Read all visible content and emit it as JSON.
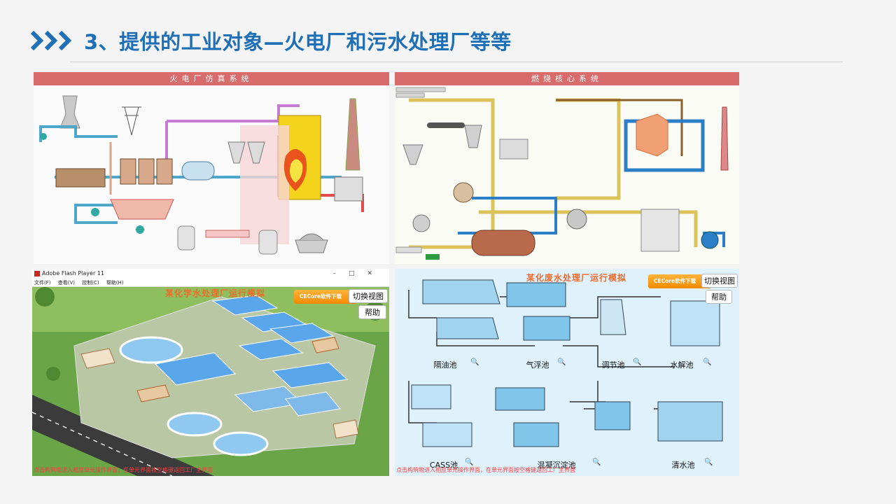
{
  "slide": {
    "title": "3、提供的工业对象—火电厂和污水处理厂等等",
    "accent": "#1f6fb7"
  },
  "panels": {
    "power_plant": {
      "banner": "火电厂仿真系统"
    },
    "combustion": {
      "banner": "燃烧核心系统"
    },
    "flash_sewage": {
      "window_title": "Adobe Flash Player 11",
      "menu": [
        "文件(F)",
        "查看(V)",
        "控制(C)",
        "帮助(H)"
      ],
      "overlay_title": "某化学水处理厂运行模拟",
      "cecore_label": "CECore软件下载",
      "switch_view": "切换视图",
      "help": "帮助",
      "footnote": "点击构筑物进入相应单元操作界面，在单元界面按空格键返回工厂主界面"
    },
    "sewage_sim": {
      "overlay_title": "某化废水处理厂运行模拟",
      "cecore_label": "CECore软件下载",
      "switch_view": "切换视图",
      "help": "帮助",
      "units": [
        "隔油池",
        "气浮池",
        "调节池",
        "水解池",
        "CASS池",
        "混凝沉淀池",
        "清水池"
      ],
      "footnote": "点击构筑物进入相应单元操作界面，在单元界面按空格键返回工厂主界面"
    }
  }
}
